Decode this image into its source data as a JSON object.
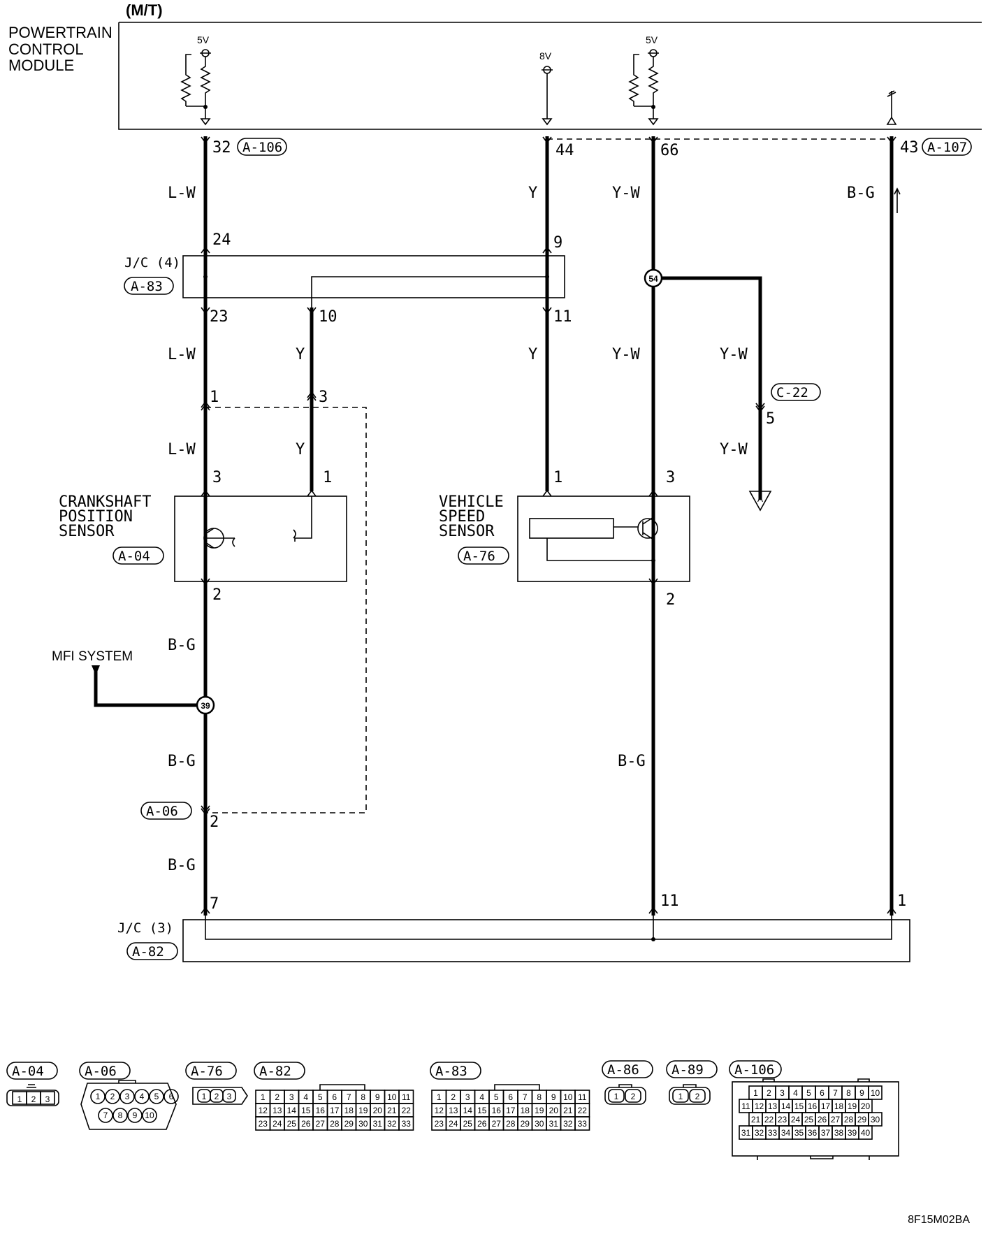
{
  "header": {
    "variant": "(M/T)",
    "pcm_line1": "POWERTRAIN",
    "pcm_line2": "CONTROL",
    "pcm_line3": "MODULE",
    "v5a": "5V",
    "v8": "8V",
    "v5b": "5V"
  },
  "pcm_pins": {
    "p32": "32",
    "c32": "A-106",
    "p44": "44",
    "p66": "66",
    "p43": "43",
    "c43": "A-107"
  },
  "wire_colors": {
    "lw1": "L-W",
    "y1": "Y",
    "yw1": "Y-W",
    "bg1": "B-G",
    "lw2": "L-W",
    "y2": "Y",
    "y3": "Y",
    "yw2": "Y-W",
    "yw3": "Y-W",
    "lw3": "L-W",
    "y4": "Y",
    "yw4": "Y-W",
    "bg2": "B-G",
    "bg3": "B-G",
    "bg4": "B-G",
    "bg5": "B-G"
  },
  "jc4": {
    "label": "J/C (4)",
    "conn": "A-83",
    "p24": "24",
    "p9": "9",
    "p23": "23",
    "p10": "10",
    "p11": "11",
    "splice": "54"
  },
  "mid_conn": {
    "p1": "1",
    "p3": "3"
  },
  "c22": {
    "conn": "C-22",
    "pin": "5",
    "ground": "A"
  },
  "ckp": {
    "line1": "CRANKSHAFT",
    "line2": "POSITION",
    "line3": "SENSOR",
    "conn": "A-04",
    "p3": "3",
    "p1": "1",
    "p2": "2"
  },
  "vss": {
    "line1": "VEHICLE",
    "line2": "SPEED",
    "line3": "SENSOR",
    "conn": "A-76",
    "p1": "1",
    "p3": "3",
    "p2": "2"
  },
  "mfi": {
    "label": "MFI SYSTEM",
    "splice": "39"
  },
  "a06": {
    "conn": "A-06",
    "pin": "2"
  },
  "jc3": {
    "label": "J/C (3)",
    "conn": "A-82",
    "p7": "7",
    "p11": "11",
    "p1": "1"
  },
  "connectors": {
    "a04": {
      "name": "A-04",
      "pins": [
        "1",
        "2",
        "3"
      ]
    },
    "a06": {
      "name": "A-06",
      "pins": [
        "1",
        "2",
        "3",
        "4",
        "5",
        "6",
        "7",
        "8",
        "9",
        "10"
      ]
    },
    "a76": {
      "name": "A-76",
      "pins": [
        "1",
        "2",
        "3"
      ]
    },
    "a82": {
      "name": "A-82",
      "pins": [
        "1",
        "2",
        "3",
        "4",
        "5",
        "6",
        "7",
        "8",
        "9",
        "10",
        "11",
        "12",
        "13",
        "14",
        "15",
        "16",
        "17",
        "18",
        "19",
        "20",
        "21",
        "22",
        "23",
        "24",
        "25",
        "26",
        "27",
        "28",
        "29",
        "30",
        "31",
        "32",
        "33"
      ]
    },
    "a83": {
      "name": "A-83",
      "pins": [
        "1",
        "2",
        "3",
        "4",
        "5",
        "6",
        "7",
        "8",
        "9",
        "10",
        "11",
        "12",
        "13",
        "14",
        "15",
        "16",
        "17",
        "18",
        "19",
        "20",
        "21",
        "22",
        "23",
        "24",
        "25",
        "26",
        "27",
        "28",
        "29",
        "30",
        "31",
        "32",
        "33"
      ]
    },
    "a86": {
      "name": "A-86",
      "pins": [
        "1",
        "2"
      ]
    },
    "a89": {
      "name": "A-89",
      "pins": [
        "1",
        "2"
      ]
    },
    "a106": {
      "name": "A-106",
      "pins": [
        "1",
        "2",
        "3",
        "4",
        "5",
        "6",
        "7",
        "8",
        "9",
        "10",
        "11",
        "12",
        "13",
        "14",
        "15",
        "16",
        "17",
        "18",
        "19",
        "20",
        "21",
        "22",
        "23",
        "24",
        "25",
        "26",
        "27",
        "28",
        "29",
        "30",
        "31",
        "32",
        "33",
        "34",
        "35",
        "36",
        "37",
        "38",
        "39",
        "40"
      ]
    }
  },
  "doc_code": "8F15M02BA"
}
